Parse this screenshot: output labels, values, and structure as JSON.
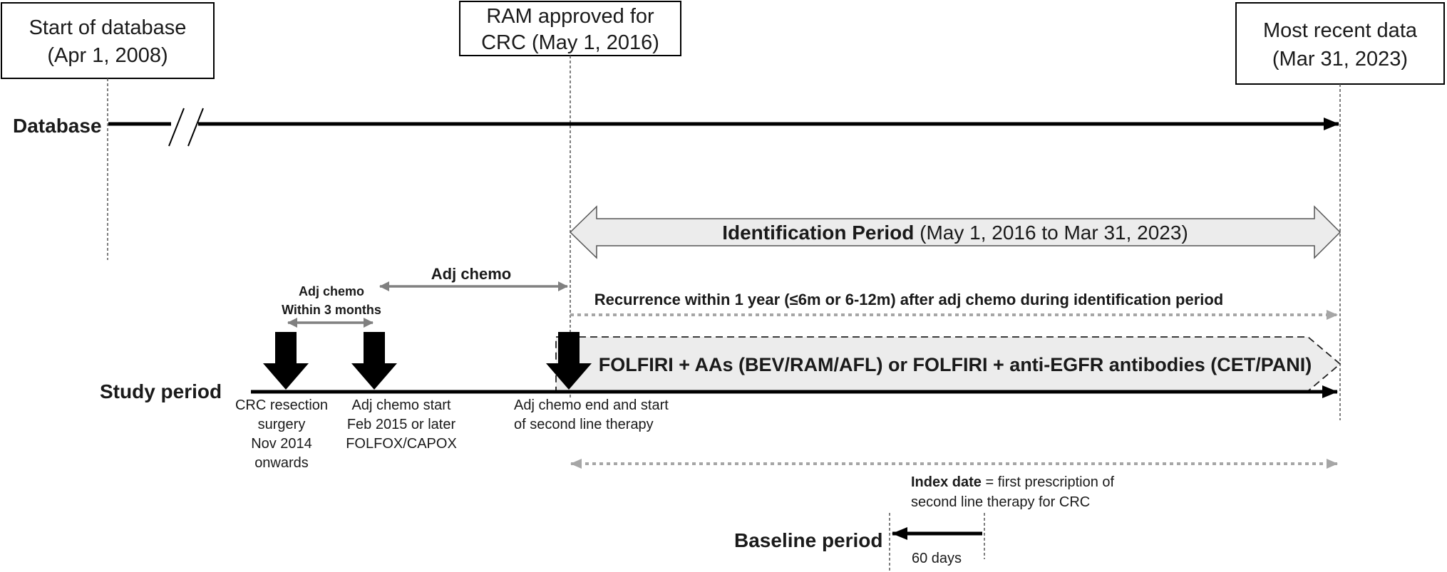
{
  "boxes": {
    "start": {
      "line1": "Start of database",
      "line2": "(Apr 1, 2008)"
    },
    "ram": {
      "line1": "RAM approved for",
      "line2": "CRC (May 1, 2016)"
    },
    "recent": {
      "line1": "Most recent data",
      "line2": "(Mar 31, 2023)"
    }
  },
  "rows": {
    "database": "Database",
    "study_period": "Study period",
    "baseline_period": "Baseline period"
  },
  "identification": {
    "bold": "Identification Period",
    "rest": " (May 1, 2016 to Mar 31, 2023)"
  },
  "adj_chemo": {
    "label": "Adj chemo",
    "within_line1": "Adj chemo",
    "within_line2": "Within 3 months"
  },
  "recurrence": "Recurrence within 1 year (≤6m or 6-12m) after adj chemo during identification period",
  "therapy": "FOLFIRI + AAs (BEV/RAM/AFL)  or FOLFIRI + anti-EGFR antibodies (CET/PANI)",
  "events": {
    "surgery": [
      "CRC resection",
      "surgery",
      "Nov 2014",
      "onwards"
    ],
    "adj_start": [
      "Adj chemo start",
      "Feb 2015 or later",
      "FOLFOX/CAPOX"
    ],
    "adj_end": [
      "Adj chemo end and start",
      "of second line therapy"
    ]
  },
  "index_date": {
    "bold": "Index date",
    "rest": " = first prescription of",
    "line2": "second line therapy for CRC"
  },
  "baseline_days": "60 days",
  "colors": {
    "line": "#000000",
    "gray_arrow": "#7f7f7f",
    "dotted": "#a6a6a6",
    "band_fill": "#ececec",
    "dashed_guide": "#555555"
  }
}
